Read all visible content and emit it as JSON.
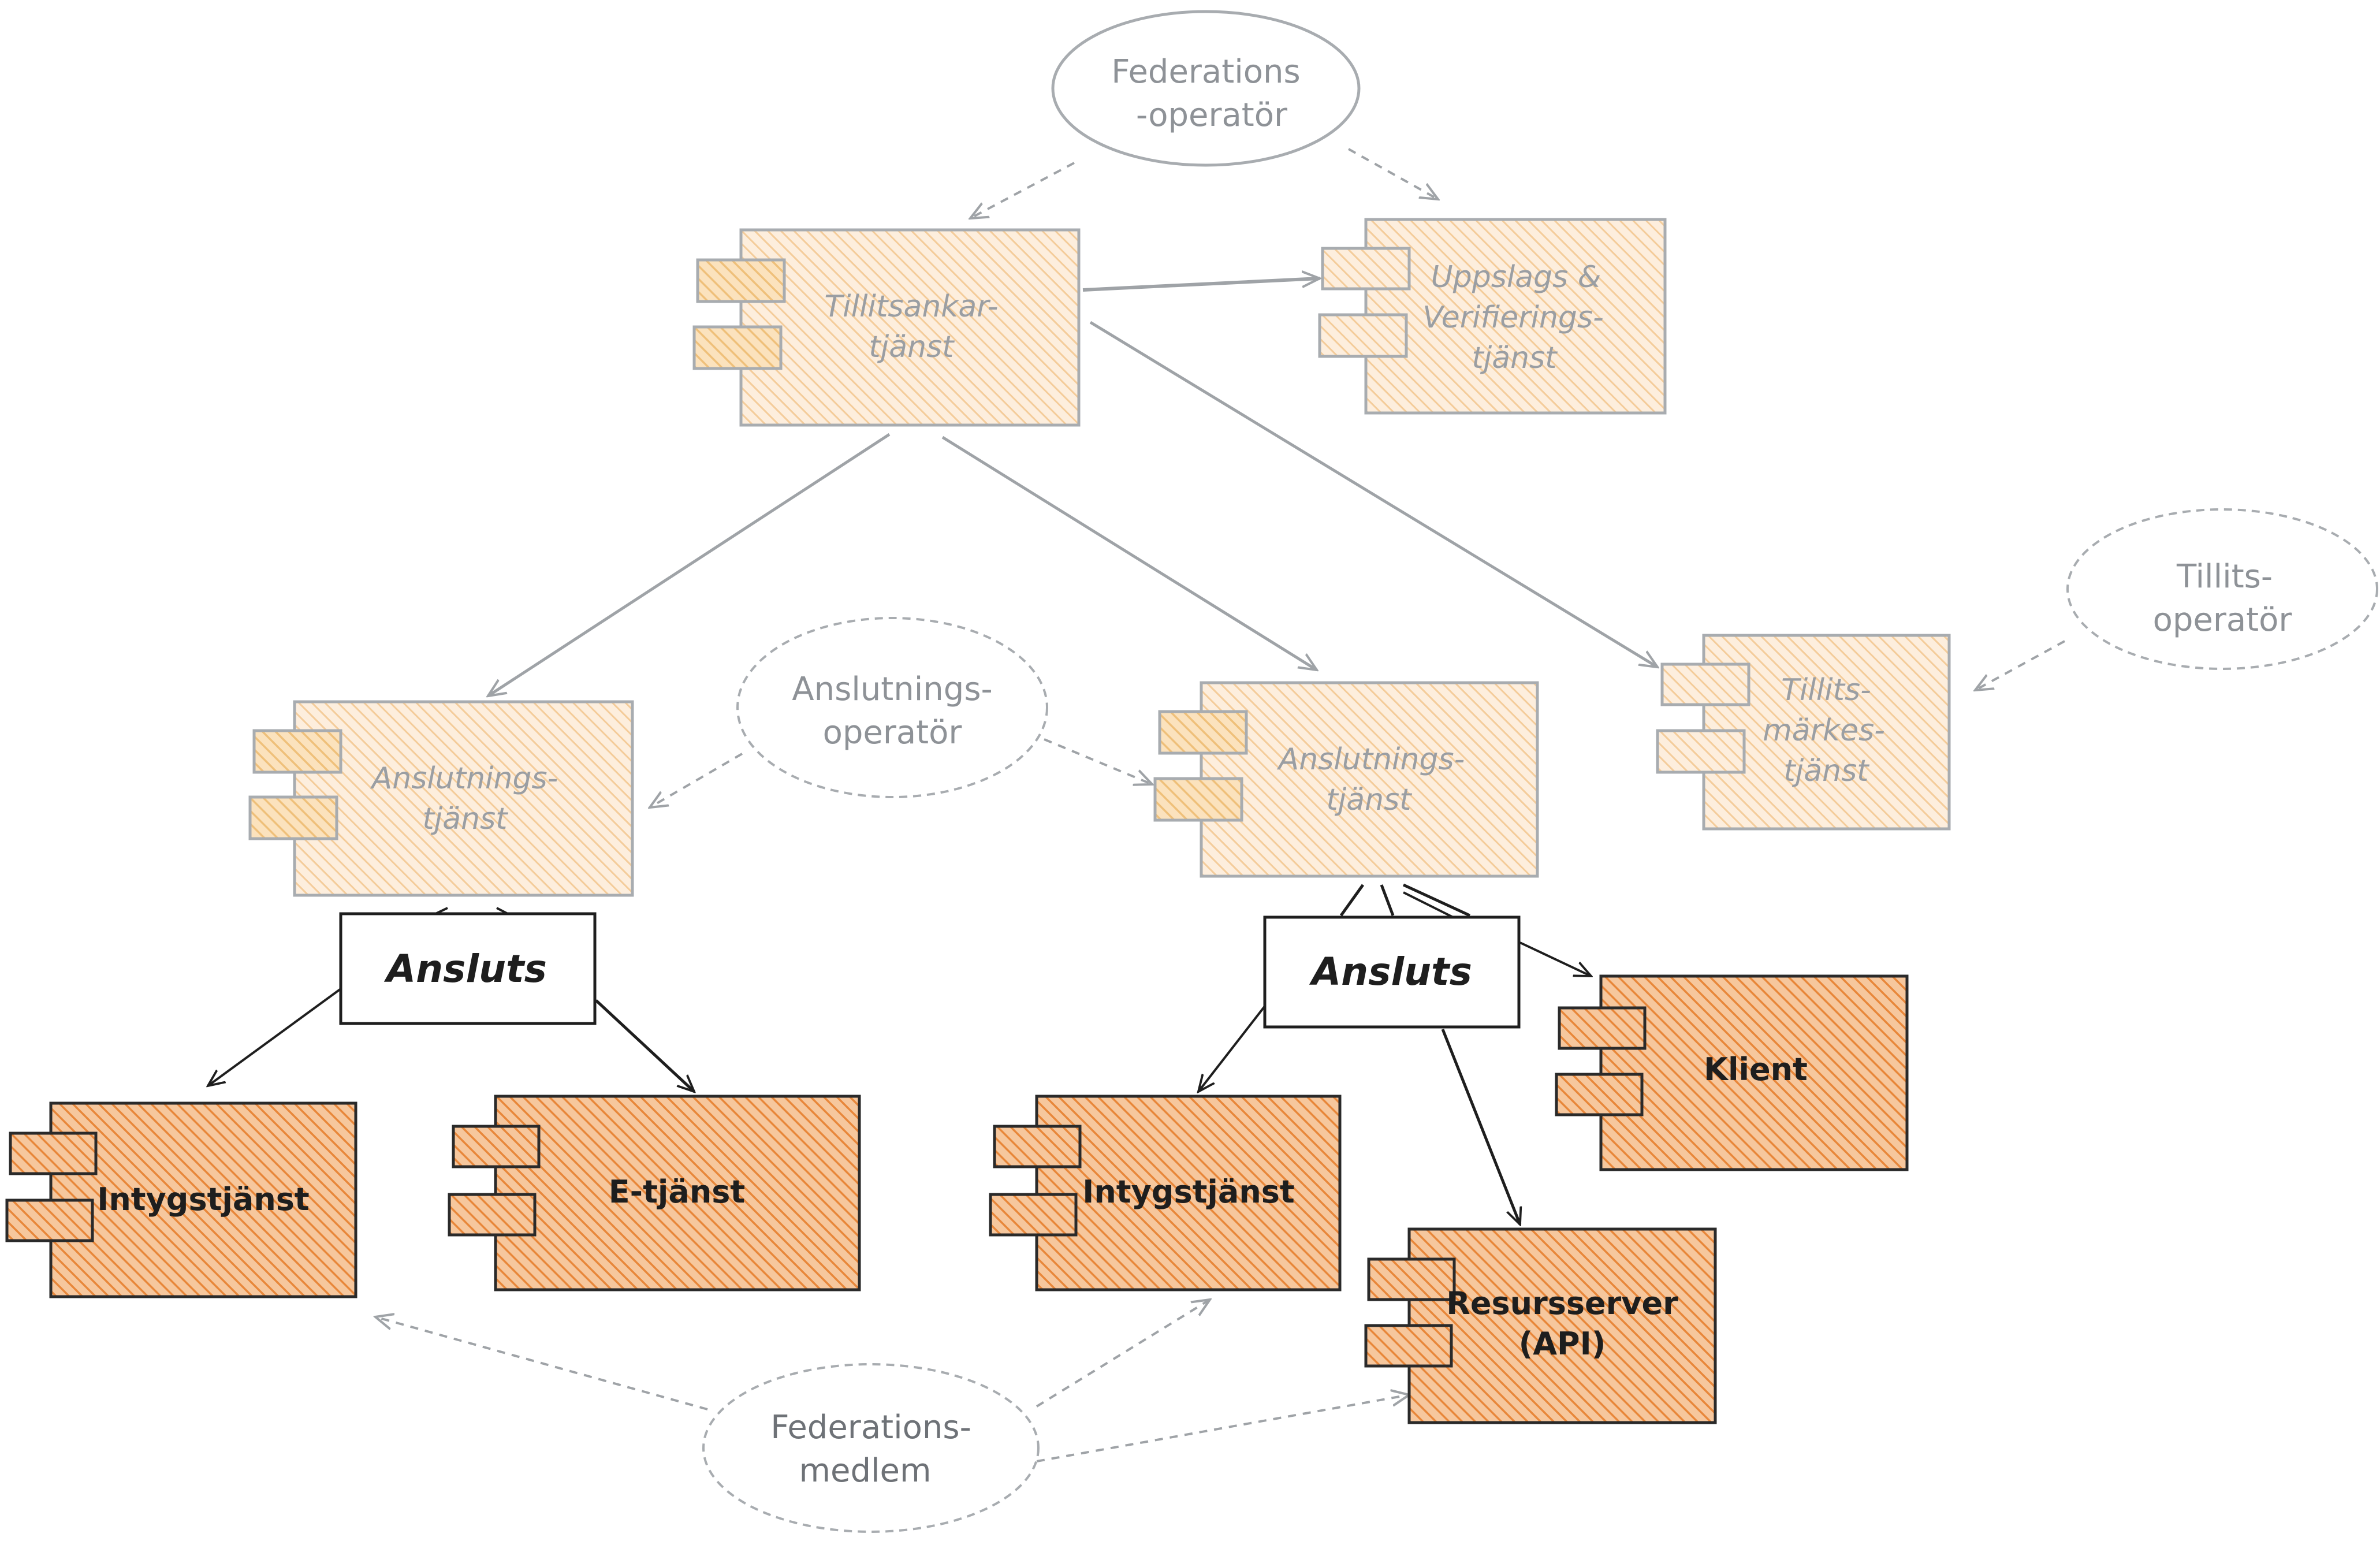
{
  "colors": {
    "faded_stroke": "#a8acb0",
    "faded_fill": "#f8d9b2",
    "faded_port_fill": "#f2c98a",
    "strong_stroke": "#2a2a2a",
    "strong_fill": "#f0a05a",
    "hatch_strong": "#e8873a",
    "hatch_faded": "#f2c58e",
    "arrow_gray": "#9fa3a7",
    "arrow_dark": "#1e1e1e"
  },
  "ellipses": {
    "federation_operator": [
      "Federations",
      "-operatör"
    ],
    "trust_operator": [
      "Tillits-",
      "operatör"
    ],
    "connection_operator": [
      "Anslutnings-",
      "operatör"
    ],
    "federation_member": [
      "Federations-",
      "medlem"
    ]
  },
  "components": {
    "trust_anchor": [
      "Tillitsankar-",
      "tjänst"
    ],
    "lookup_verification": [
      "Uppslags &",
      "Verifierings-",
      "tjänst"
    ],
    "connection_service_left": [
      "Anslutnings-",
      "tjänst"
    ],
    "connection_service_right": [
      "Anslutnings-",
      "tjänst"
    ],
    "trust_mark_service": [
      "Tillits-",
      "märkes-",
      "tjänst"
    ],
    "attestation_left": [
      "Intygstjänst"
    ],
    "e_service": [
      "E-tjänst"
    ],
    "attestation_right": [
      "Intygstjänst"
    ],
    "client": [
      "Klient"
    ],
    "resource_server": [
      "Resursserver",
      "(API)"
    ]
  },
  "ansluts": {
    "left": "Ansluts",
    "right": "Ansluts"
  }
}
